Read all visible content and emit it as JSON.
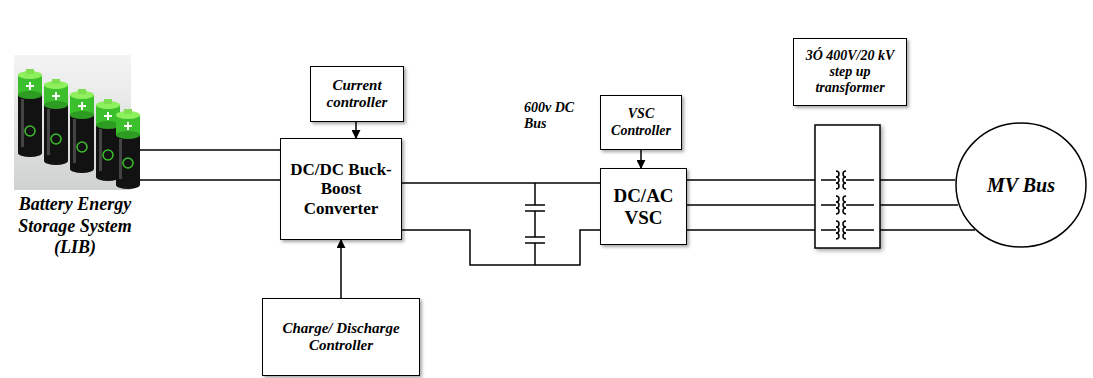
{
  "diagram": {
    "nodes": [
      {
        "text": [
          "Battery Energy Storage System (LIB)"
        ]
      },
      {
        "text": [
          "Current controller"
        ]
      },
      {
        "text": [
          "DC/DC Buck-Boost Converter"
        ]
      },
      {
        "text": [
          "Charge/ Discharge Controller"
        ]
      },
      {
        "text": [
          "VSC Controller"
        ]
      },
      {
        "text": [
          "DC/AC VSC"
        ]
      },
      {
        "text": [
          "3Ó 400V/20 kV step up transformer"
        ]
      },
      {
        "text": [
          "MV Bus"
        ]
      }
    ],
    "edges": [
      {
        "from": 0,
        "to": 2,
        "arrow": "none"
      },
      {
        "from": 0,
        "to": 2,
        "arrow": "none"
      },
      {
        "from": 1,
        "to": 2,
        "arrow": "to"
      },
      {
        "from": 3,
        "to": 2,
        "arrow": "to"
      },
      {
        "from": 2,
        "to": 5,
        "arrow": "none"
      },
      {
        "from": 2,
        "to": 5,
        "arrow": "none"
      },
      {
        "from": 4,
        "to": 5,
        "arrow": "to"
      }
    ],
    "labels": [
      "600v DC Bus"
    ]
  }
}
